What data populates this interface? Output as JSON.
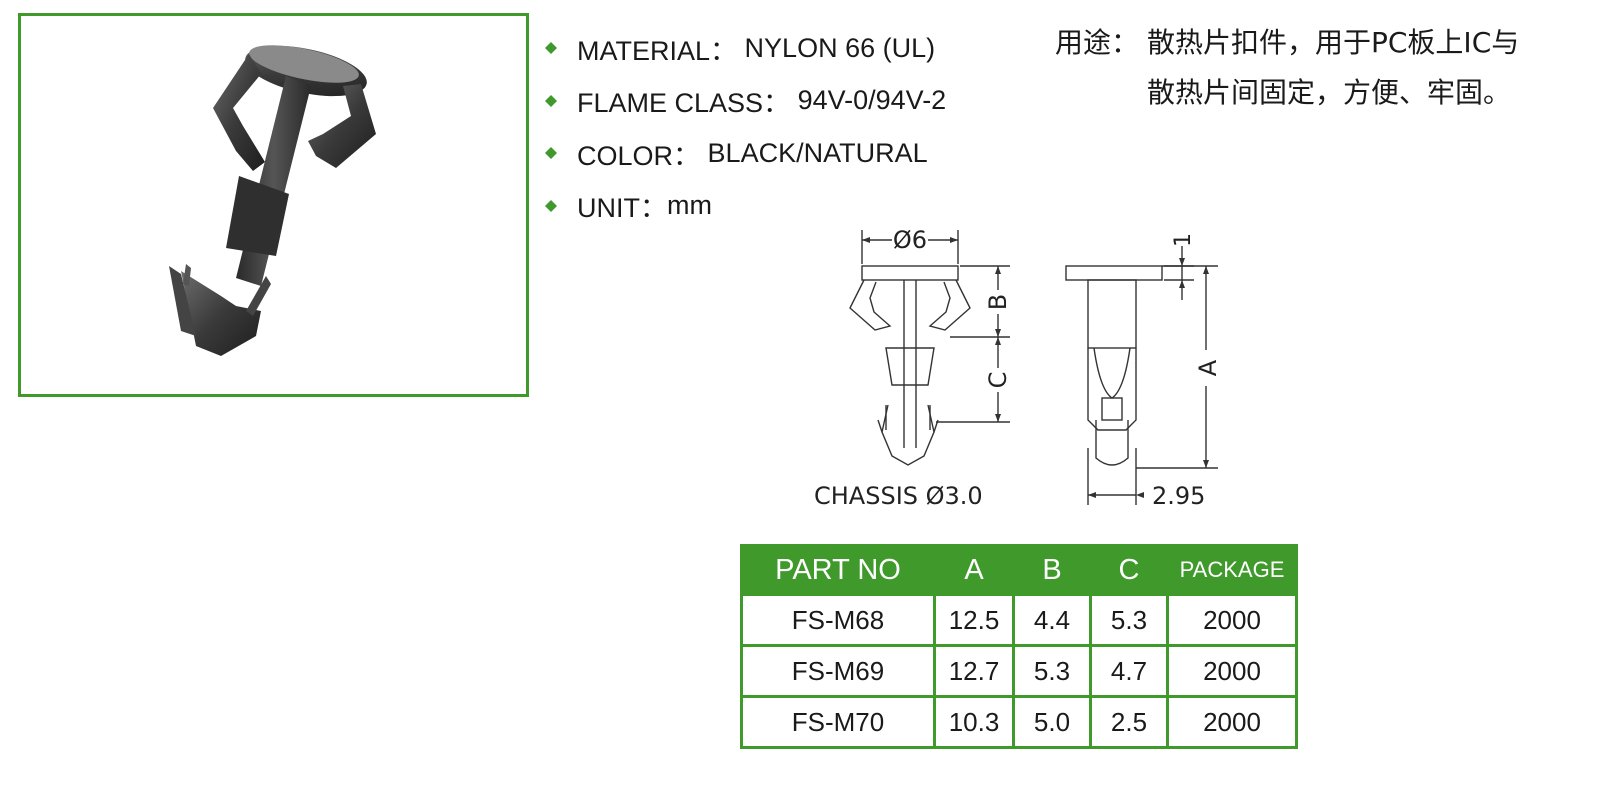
{
  "photo": {
    "alt": ""
  },
  "specs": [
    {
      "label": "MATERIAL：",
      "value": "NYLON 66 (UL)"
    },
    {
      "label": "FLAME CLASS：",
      "value": "94V-0/94V-2"
    },
    {
      "label": "COLOR：",
      "value": "BLACK/NATURAL"
    },
    {
      "label": "UNIT：",
      "value": "mm"
    }
  ],
  "usage": {
    "label": "用途：",
    "line1": "散热片扣件，用于PC板上IC与",
    "line2": "散热片间固定，方便、牢固。"
  },
  "drawing": {
    "dim_diameter": "Ø6",
    "dim_b": "B",
    "dim_c": "C",
    "dim_a": "A",
    "dim_1": "1",
    "dim_width": "2.95",
    "chassis_label": "CHASSIS  Ø3.0"
  },
  "table": {
    "headers": [
      "PART NO",
      "A",
      "B",
      "C",
      "PACKAGE"
    ],
    "rows": [
      [
        "FS-M68",
        "12.5",
        "4.4",
        "5.3",
        "2000"
      ],
      [
        "FS-M69",
        "12.7",
        "5.3",
        "4.7",
        "2000"
      ],
      [
        "FS-M70",
        "10.3",
        "5.0",
        "2.5",
        "2000"
      ]
    ]
  },
  "colors": {
    "accent": "#3f9a2b",
    "text": "#1a1a1a"
  },
  "icons": {
    "bullet": "green-diamond-icon"
  }
}
